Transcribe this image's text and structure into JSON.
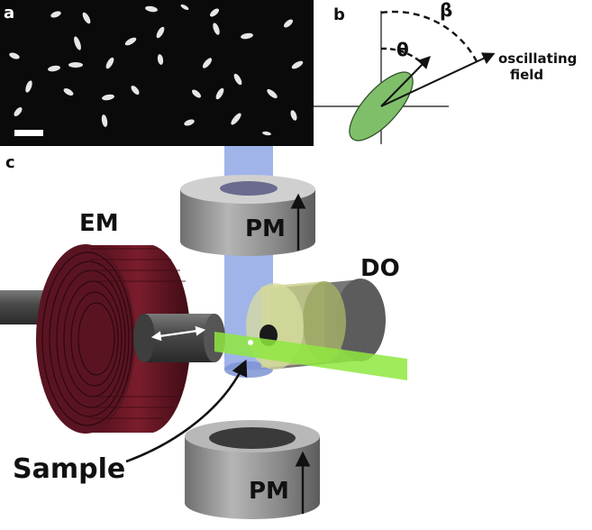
{
  "panels": {
    "a": {
      "letter": "a"
    },
    "b": {
      "letter": "b",
      "theta": "θ",
      "beta": "β",
      "field_label_line1": "oscillating",
      "field_label_line2": "field"
    },
    "c": {
      "letter": "c",
      "em": "EM",
      "pm_top": "PM",
      "pm_bottom": "PM",
      "do": "DO",
      "sample": "Sample"
    }
  },
  "colors": {
    "micrograph_bg": "#0a0a0a",
    "particle": "#e8e8e8",
    "ellipse_fill": "#7fbf6a",
    "beam_blue": "#8fa7e6",
    "laser_green": "#8fe840",
    "coil_red": "#6b1a26",
    "magnet_gray": "#8c8c8c",
    "objective_yellow": "#c8d08a"
  }
}
